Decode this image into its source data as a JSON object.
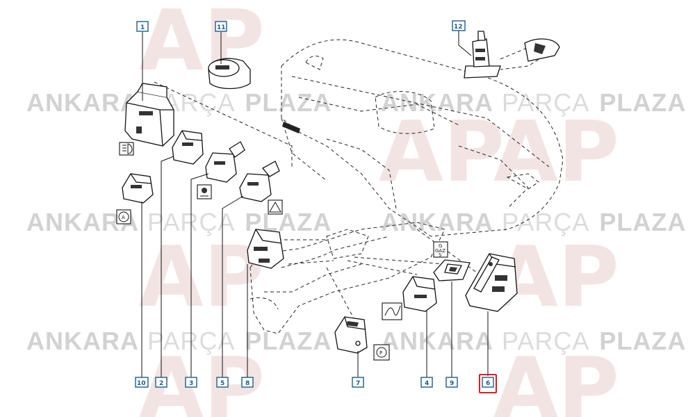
{
  "watermark": {
    "word1": "ANKARA",
    "word2": "PARÇA",
    "word3": "PLAZA",
    "logo": "AP"
  },
  "callouts": [
    {
      "id": "1",
      "label": "1"
    },
    {
      "id": "2",
      "label": "2"
    },
    {
      "id": "3",
      "label": "3"
    },
    {
      "id": "4",
      "label": "4"
    },
    {
      "id": "5",
      "label": "5"
    },
    {
      "id": "6",
      "label": "6",
      "highlighted": true
    },
    {
      "id": "7",
      "label": "7"
    },
    {
      "id": "8",
      "label": "8"
    },
    {
      "id": "9",
      "label": "9"
    },
    {
      "id": "10",
      "label": "10"
    },
    {
      "id": "11",
      "label": "11"
    },
    {
      "id": "12",
      "label": "12"
    }
  ],
  "symbols": {
    "gaz_top": "G",
    "gaz_mid": "GAZ",
    "gaz_bot": "S",
    "parking": "P",
    "esp": "A"
  },
  "colors": {
    "callout_border": "#1a5e8a",
    "highlight": "#e01b24",
    "watermark": "#d2d2d2",
    "logo": "#f3e4e4"
  }
}
